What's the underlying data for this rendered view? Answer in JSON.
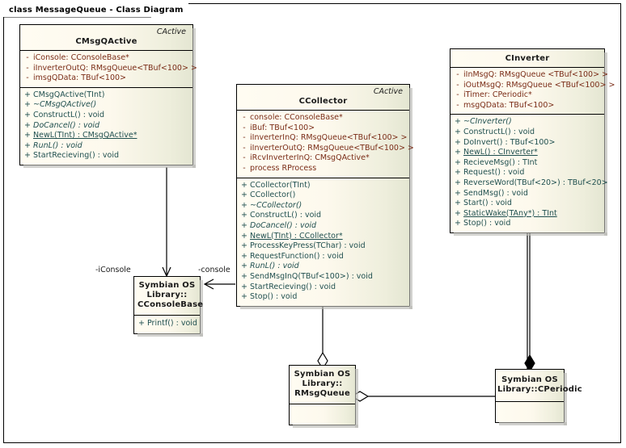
{
  "diagram": {
    "frame_title": "class MessageQueue - Class Diagram",
    "colors": {
      "box_fill": "#fdf9ee",
      "box_fill_edge": "#e4e6d2",
      "border": "#000000",
      "attribute_text": "#7a2c17",
      "operation_text": "#1f4f4f",
      "shadow": "#b9b9b3",
      "background": "#ffffff"
    }
  },
  "classes": [
    {
      "id": "cmsgqactive",
      "stereotype": "CActive",
      "name": "CMsgQActive",
      "attributes": [
        {
          "vis": "-",
          "sig": "iConsole:  CConsoleBase*"
        },
        {
          "vis": "-",
          "sig": "iInverterOutQ:  RMsgQueue<TBuf<100> >"
        },
        {
          "vis": "-",
          "sig": "imsgQData:  TBuf<100>"
        }
      ],
      "operations": [
        {
          "vis": "+",
          "sig": "CMsgQActive(TInt)"
        },
        {
          "vis": "+",
          "sig": "~CMsgQActive()",
          "italic": true
        },
        {
          "vis": "+",
          "sig": "ConstructL() : void"
        },
        {
          "vis": "+",
          "sig": "DoCancel() : void",
          "italic": true
        },
        {
          "vis": "+",
          "sig": "NewL(TInt) : CMsgQActive*",
          "underline": true
        },
        {
          "vis": "+",
          "sig": "RunL() : void",
          "italic": true
        },
        {
          "vis": "+",
          "sig": "StartRecieving() : void"
        }
      ]
    },
    {
      "id": "ccollector",
      "stereotype": "CActive",
      "name": "CCollector",
      "attributes": [
        {
          "vis": "-",
          "sig": "console:  CConsoleBase*"
        },
        {
          "vis": "-",
          "sig": "iBuf:  TBuf<100>"
        },
        {
          "vis": "-",
          "sig": "iInverterInQ:  RMsgQueue<TBuf<100> >"
        },
        {
          "vis": "-",
          "sig": "iInverterOutQ:  RMsgQueue<TBuf<100> >"
        },
        {
          "vis": "-",
          "sig": "iRcvInverterInQ:  CMsgQActive*"
        },
        {
          "vis": "-",
          "sig": "process  RProcess"
        }
      ],
      "operations": [
        {
          "vis": "+",
          "sig": "CCollector(TInt)"
        },
        {
          "vis": "+",
          "sig": "CCollector()"
        },
        {
          "vis": "+",
          "sig": "~CCollector()",
          "italic": true
        },
        {
          "vis": "+",
          "sig": "ConstructL() : void"
        },
        {
          "vis": "+",
          "sig": "DoCancel() : void",
          "italic": true
        },
        {
          "vis": "+",
          "sig": "NewL(TInt) : CCollector*",
          "underline": true
        },
        {
          "vis": "+",
          "sig": "ProcessKeyPress(TChar) : void"
        },
        {
          "vis": "+",
          "sig": "RequestFunction() : void"
        },
        {
          "vis": "+",
          "sig": "RunL() : void",
          "italic": true
        },
        {
          "vis": "+",
          "sig": "SendMsgInQ(TBuf<100>) : void"
        },
        {
          "vis": "+",
          "sig": "StartRecieving() : void"
        },
        {
          "vis": "+",
          "sig": "Stop() : void"
        }
      ]
    },
    {
      "id": "cinverter",
      "stereotype": "",
      "name": "CInverter",
      "attributes": [
        {
          "vis": "-",
          "sig": "iInMsgQ:  RMsgQueue <TBuf<100> >"
        },
        {
          "vis": "-",
          "sig": "iOutMsgQ:  RMsgQueue <TBuf<100> >"
        },
        {
          "vis": "-",
          "sig": "iTimer:  CPeriodic*"
        },
        {
          "vis": "-",
          "sig": "msgQData:  TBuf<100>"
        }
      ],
      "operations": [
        {
          "vis": "+",
          "sig": "~CInverter()",
          "italic": true
        },
        {
          "vis": "+",
          "sig": "ConstructL() : void"
        },
        {
          "vis": "+",
          "sig": "DoInvert() : TBuf<100>"
        },
        {
          "vis": "+",
          "sig": "NewL() : CInverter*",
          "underline": true
        },
        {
          "vis": "+",
          "sig": "RecieveMsg() : TInt"
        },
        {
          "vis": "+",
          "sig": "Request() : void"
        },
        {
          "vis": "+",
          "sig": "ReverseWord(TBuf<20>) : TBuf<20>"
        },
        {
          "vis": "+",
          "sig": "SendMsg() : void"
        },
        {
          "vis": "+",
          "sig": "Start() : void"
        },
        {
          "vis": "+",
          "sig": "StaticWake(TAny*) : TInt",
          "underline": true
        },
        {
          "vis": "+",
          "sig": "Stop() : void"
        }
      ]
    },
    {
      "id": "cconsolebase",
      "stereotype": "",
      "name_lines": [
        "Symbian OS",
        "Library::",
        "CConsoleBase"
      ],
      "attributes": [],
      "operations": [
        {
          "vis": "+",
          "sig": "Printf() : void"
        }
      ]
    },
    {
      "id": "rmsgqueue",
      "stereotype": "",
      "name_lines": [
        "Symbian OS",
        "Library::",
        "RMsgQueue"
      ],
      "attributes": [],
      "operations": []
    },
    {
      "id": "cperiodic",
      "stereotype": "",
      "name_lines": [
        "Symbian OS",
        "Library::CPeriodic"
      ],
      "attributes": [],
      "operations": []
    }
  ],
  "connector_labels": [
    {
      "id": "iconsole",
      "text": "-iConsole"
    },
    {
      "id": "console",
      "text": "-console"
    }
  ]
}
